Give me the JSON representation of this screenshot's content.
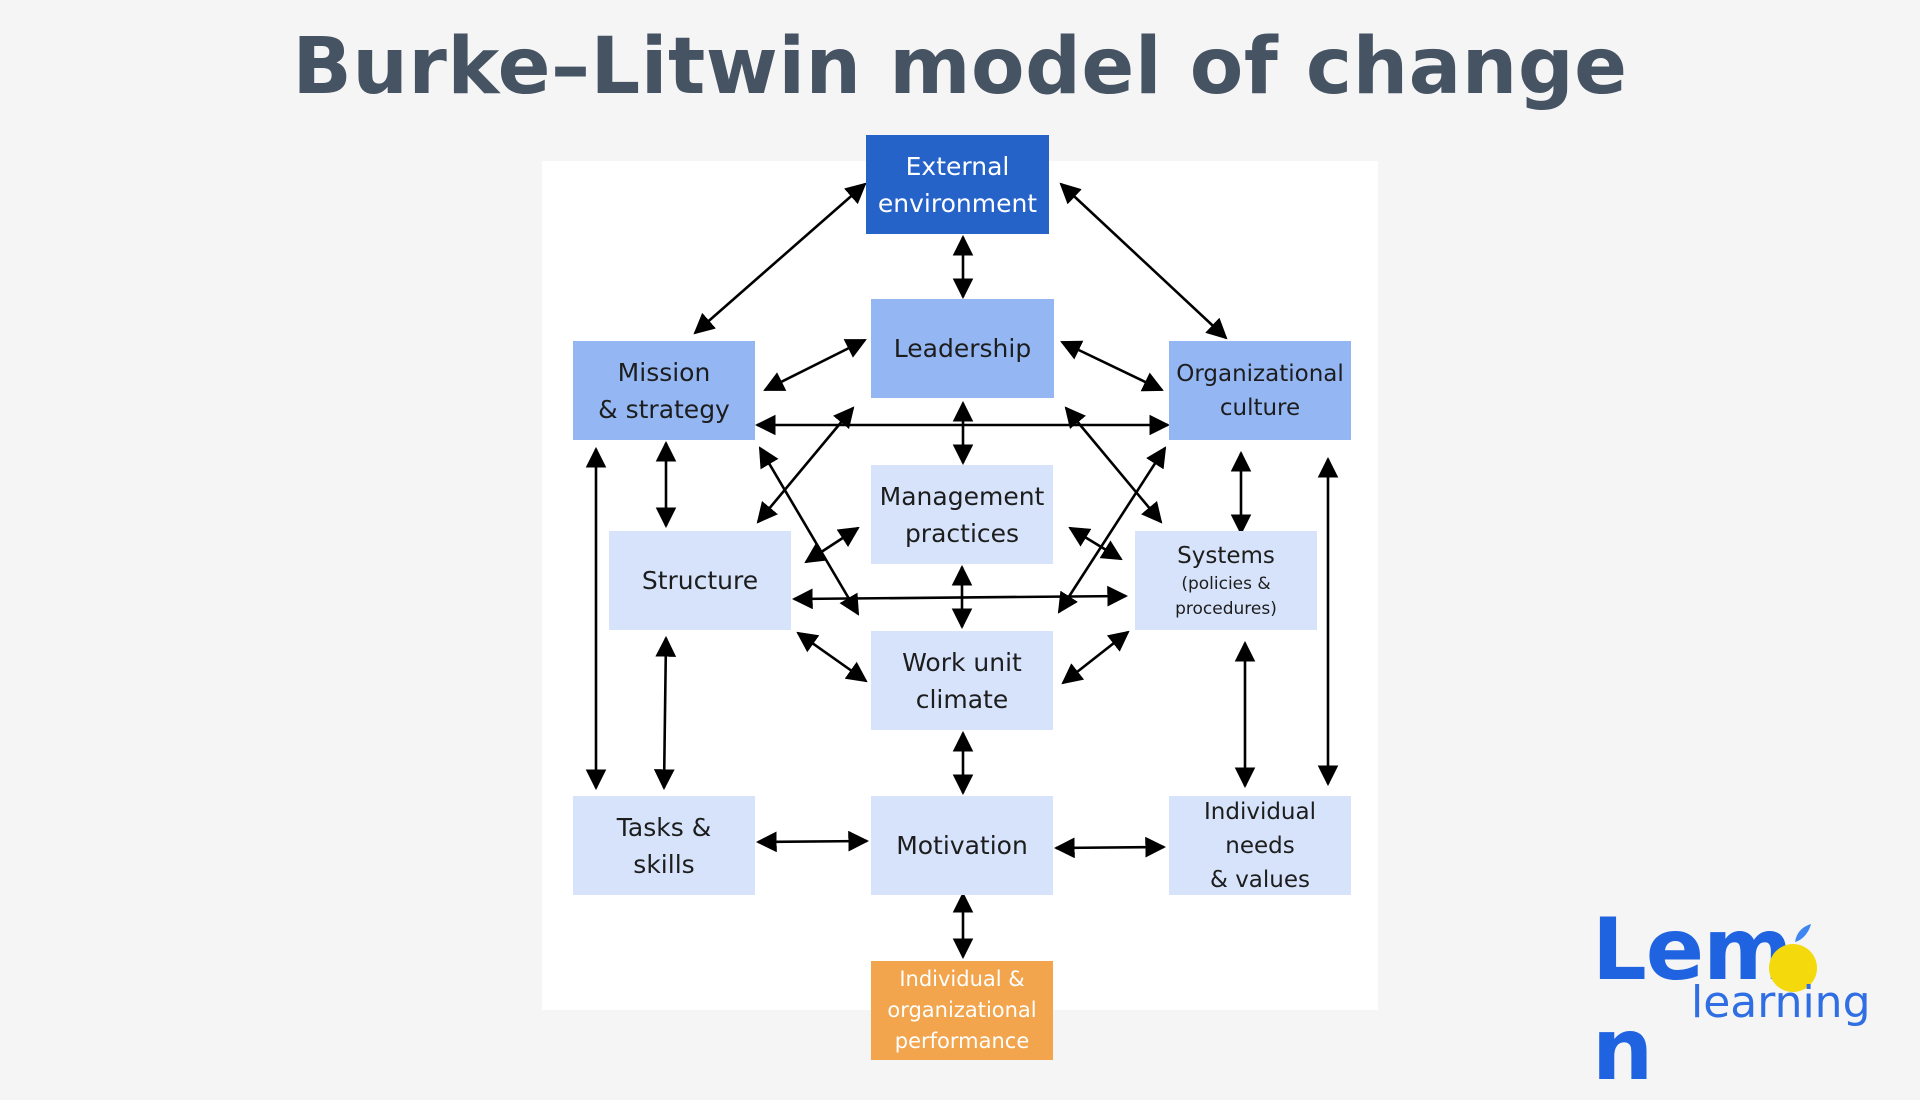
{
  "title": "Burke–Litwin model of change",
  "colors": {
    "external": "#2563c9",
    "transformational": "#94b7f4",
    "transactional": "#d6e3fa",
    "performance": "#f2a54c",
    "brand": "#1f63e0",
    "lemon": "#f4d90c"
  },
  "boxes": {
    "external": "External\nenvironment",
    "leadership": "Leadership",
    "mission": "Mission\n& strategy",
    "culture": "Organizational\nculture",
    "management": "Management\npractices",
    "structure": "Structure",
    "systems": "Systems",
    "systems_sub": "(policies &\nprocedures)",
    "climate": "Work unit\nclimate",
    "tasks": "Tasks &\nskills",
    "motivation": "Motivation",
    "needs": "Individual\nneeds\n& values",
    "performance": "Individual &\norganizational\nperformance"
  },
  "logo": {
    "word_left": "Lem",
    "word_right": "n",
    "sub": "learning"
  }
}
